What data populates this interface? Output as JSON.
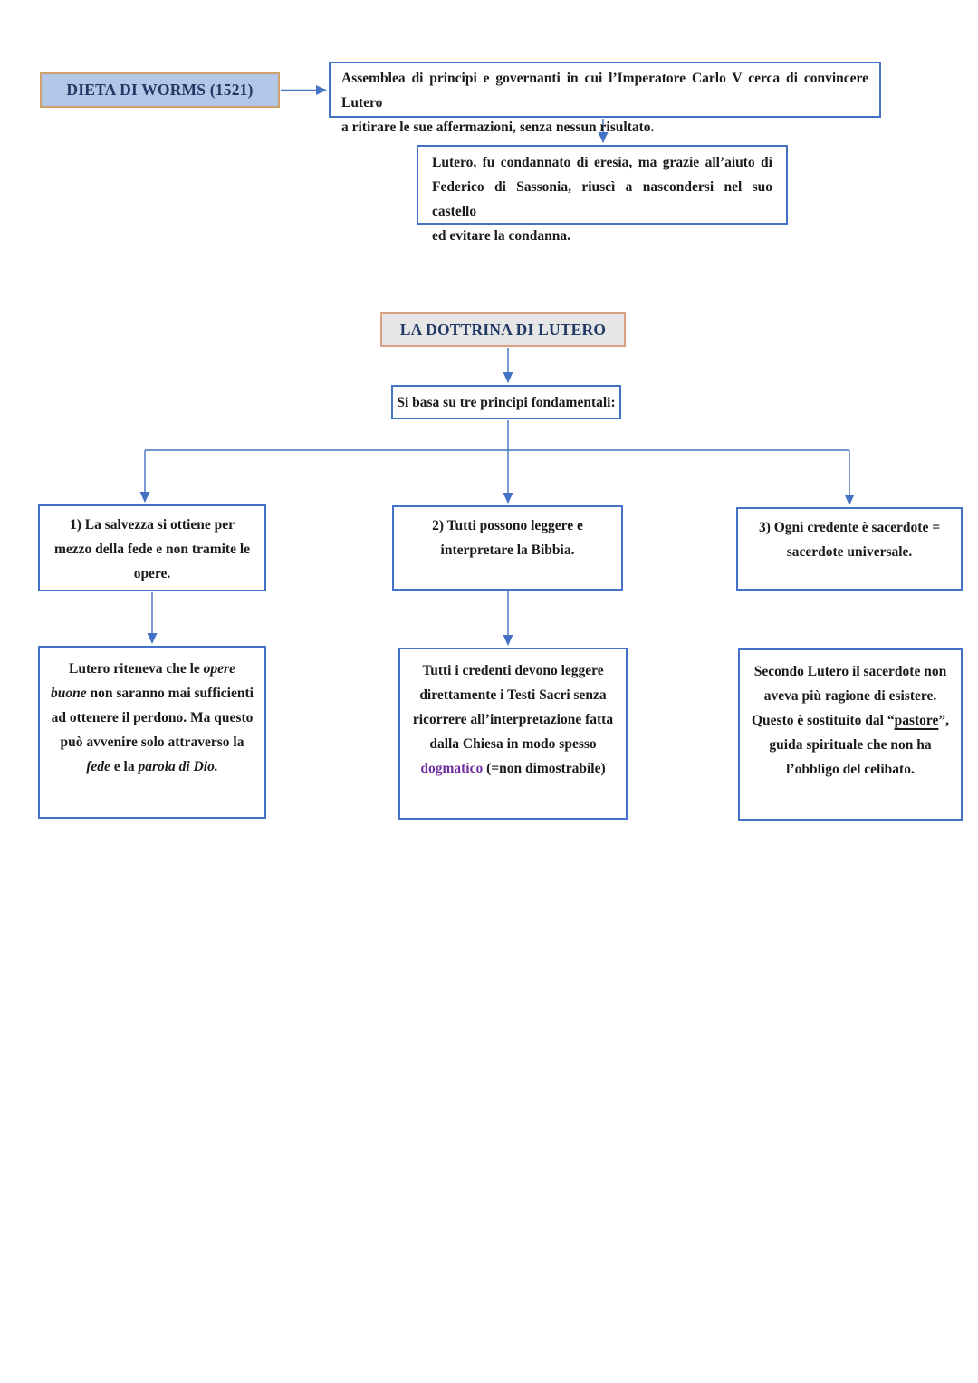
{
  "diagram_title": "LA DOTTRINA DI LUTERO",
  "colors": {
    "connector_blue": "#4472c4",
    "box_border_blue": "#4472c4",
    "heading_text_navy": "#1f3864",
    "body_text": "#1b1b1b",
    "dieta_box_fill": "#b4c6e7",
    "dieta_box_border": "#cfa06b",
    "title_box_fill": "#e7e6e6",
    "title_box_border": "#d9a184",
    "highlight_purple": "#7030a0"
  },
  "nodes": {
    "dieta": {
      "label": "DIETA DI WORMS (1521)"
    },
    "assemblea": {
      "lines": [
        "Assemblea di principi e governanti in cui l’Imperatore Carlo V cerca di convincere Lutero",
        "a ritirare le sue affermazioni, senza nessun risultato."
      ]
    },
    "lutero_condanna": {
      "lines": [
        "Lutero, fu condannato di eresia, ma grazie all’aiuto di",
        "Federico di Sassonia, riuscì a nascondersi nel suo castello",
        "ed evitare la condanna."
      ]
    },
    "dottrina_title": {
      "label": "LA DOTTRINA DI LUTERO"
    },
    "si_basa": {
      "label": "Si basa su tre principi fondamentali:"
    },
    "principio_1": {
      "lines": [
        "1) La salvezza si ottiene per",
        "mezzo della fede e non tramite le",
        "opere."
      ]
    },
    "principio_2": {
      "lines": [
        "2) Tutti possono leggere e",
        "interpretare la Bibbia."
      ]
    },
    "principio_3": {
      "lines": [
        "3) Ogni credente è sacerdote =",
        "sacerdote universale."
      ]
    },
    "dettaglio_1": {
      "lines": [
        [
          {
            "t": "Lutero riteneva che le "
          },
          {
            "t": "opere",
            "s": "italic"
          }
        ],
        [
          {
            "t": "buone",
            "s": "italic"
          },
          {
            "t": " non saranno mai sufficienti"
          }
        ],
        [
          {
            "t": "ad ottenere il perdono. Ma questo"
          }
        ],
        [
          {
            "t": "può avvenire solo attraverso la"
          }
        ],
        [
          {
            "t": "fede",
            "s": "italic"
          },
          {
            "t": " e la "
          },
          {
            "t": "parola di Dio.",
            "s": "italic"
          }
        ]
      ]
    },
    "dettaglio_2": {
      "lines": [
        "Tutti i credenti devono leggere",
        "direttamente i Testi Sacri senza",
        "ricorrere all’interpretazione fatta",
        "dalla Chiesa in modo spesso",
        [
          {
            "t": "dogmatico",
            "s": "purple"
          },
          {
            "t": " (=non dimostrabile)"
          }
        ]
      ]
    },
    "dettaglio_3": {
      "lines": [
        "Secondo Lutero il sacerdote non",
        "aveva più ragione di esistere.",
        [
          {
            "t": "Questo è sostituito dal “"
          },
          {
            "t": "pastore",
            "s": "underline"
          },
          {
            "t": "”,"
          }
        ],
        "guida spirituale che non ha",
        "l’obbligo del celibato."
      ]
    }
  }
}
